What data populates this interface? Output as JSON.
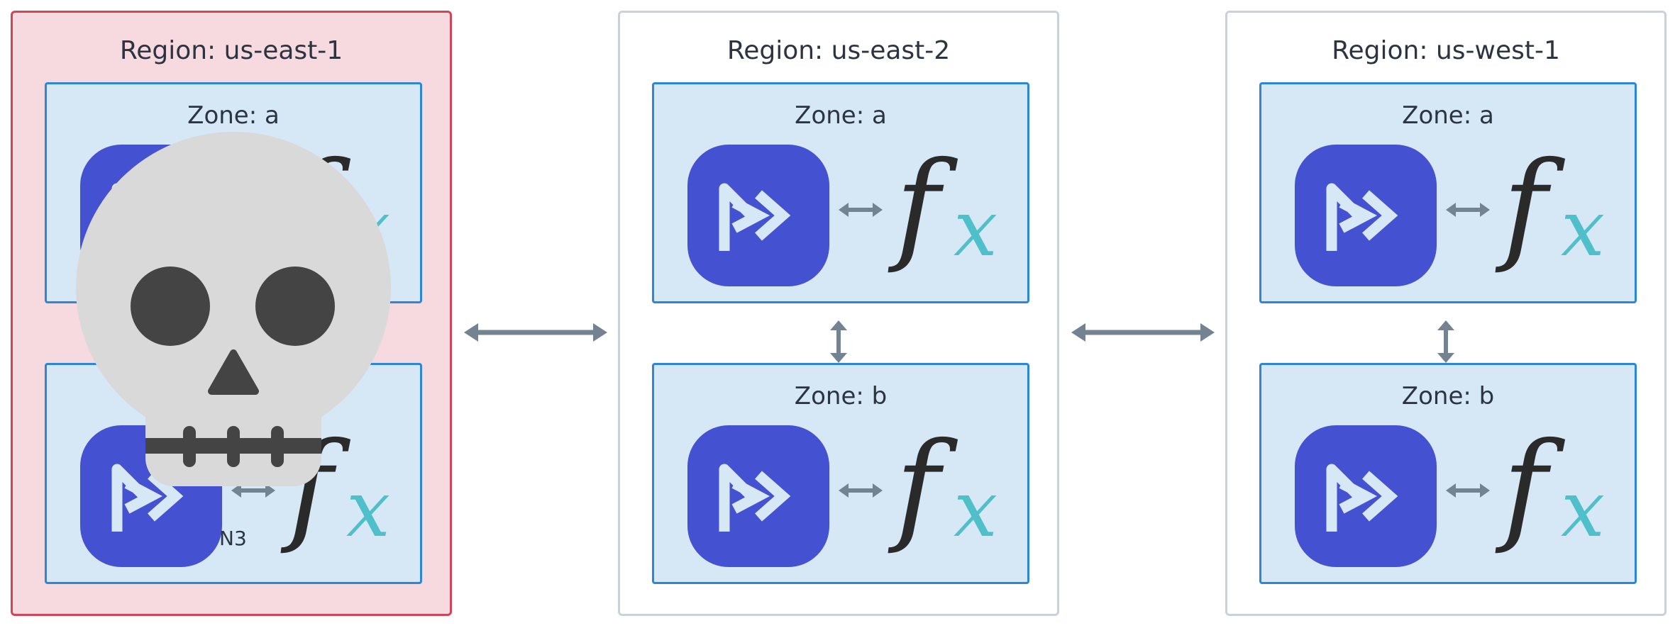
{
  "colors": {
    "failed_region_bg": "#f7dadf",
    "failed_region_border": "#d04557",
    "region_border": "#c9d1da",
    "zone_bg": "#d6e7f6",
    "zone_border": "#2d86d6",
    "app_icon": "#4451d0",
    "arrow": "#748392",
    "fx_f": "#2a2a2a",
    "fx_x": "#4fbfc9",
    "skull": "#d9d9d9"
  },
  "fx_glyph": {
    "f": "f",
    "x": "x"
  },
  "regions": [
    {
      "title": "Region: us-east-1",
      "zones": [
        {
          "title": "Zone: a"
        },
        {
          "title": "Zone: b",
          "node_label": "N3"
        }
      ]
    },
    {
      "title": "Region: us-east-2",
      "zones": [
        {
          "title": "Zone: a"
        },
        {
          "title": "Zone: b"
        }
      ]
    },
    {
      "title": "Region: us-west-1",
      "zones": [
        {
          "title": "Zone: a"
        },
        {
          "title": "Zone: b"
        }
      ]
    }
  ],
  "icons": {
    "app": "fast-forward-app-icon",
    "function": "function-fx-icon",
    "outage": "skull-icon",
    "link": "double-arrow-icon"
  }
}
